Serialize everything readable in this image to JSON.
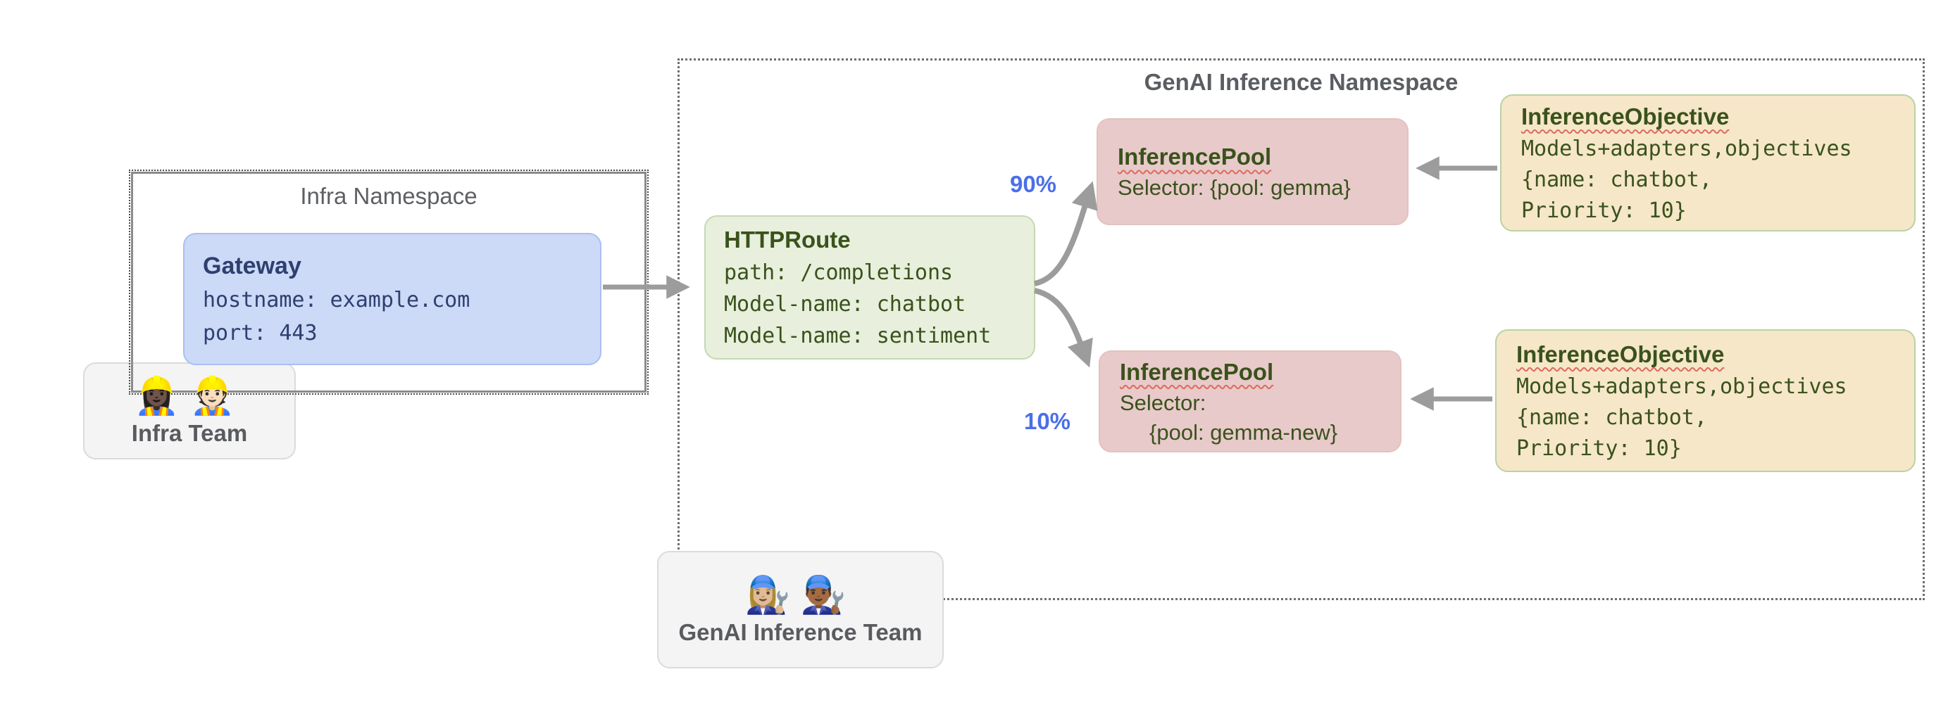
{
  "colors": {
    "arrow_gray": "#9c9c9c",
    "percent_blue": "#4a6fe8",
    "namespace_title_gray": "#5d5f63",
    "gateway_fill": "#ccd9f7",
    "gateway_text": "#2e3f70",
    "httproute_fill": "#e8efdc",
    "pool_fill": "#e8caca",
    "objective_fill": "#f6e7c9",
    "team_fill": "#f4f4f5",
    "dark_green_text": "#3a521c",
    "squiggle_red": "#dd6b5f"
  },
  "infra_namespace": {
    "title": "Infra Namespace"
  },
  "gateway": {
    "title": "Gateway",
    "lines": [
      "hostname: example.com",
      "port: 443"
    ]
  },
  "infra_team": {
    "label": "Infra Team",
    "icons": {
      "worker_woman": "👷🏿‍♀️",
      "worker_man": "👷🏻"
    }
  },
  "genai_namespace": {
    "title": "GenAI Inference Namespace"
  },
  "httproute": {
    "title": "HTTPRoute",
    "lines": [
      "path: /completions",
      "Model-name: chatbot",
      "Model-name: sentiment"
    ]
  },
  "traffic_split": {
    "to_pool_1": "90%",
    "to_pool_2": "10%"
  },
  "inference_pool_1": {
    "title": "InferencePool",
    "lines": [
      "Selector: {pool: gemma}"
    ]
  },
  "inference_pool_2": {
    "title": "InferencePool",
    "lines": [
      "Selector:",
      "{pool: gemma-new}"
    ]
  },
  "inference_objective_1": {
    "title": "InferenceObjective",
    "lines": [
      "Models+adapters,objectives",
      "{name: chatbot,",
      "Priority: 10}"
    ]
  },
  "inference_objective_2": {
    "title": "InferenceObjective",
    "lines": [
      "Models+adapters,objectives",
      "{name: chatbot,",
      "Priority: 10}"
    ]
  },
  "genai_team": {
    "label": "GenAI Inference Team",
    "icons": {
      "mechanic_woman": "👩🏼‍🔧",
      "mechanic_man": "👨🏾‍🔧"
    }
  }
}
